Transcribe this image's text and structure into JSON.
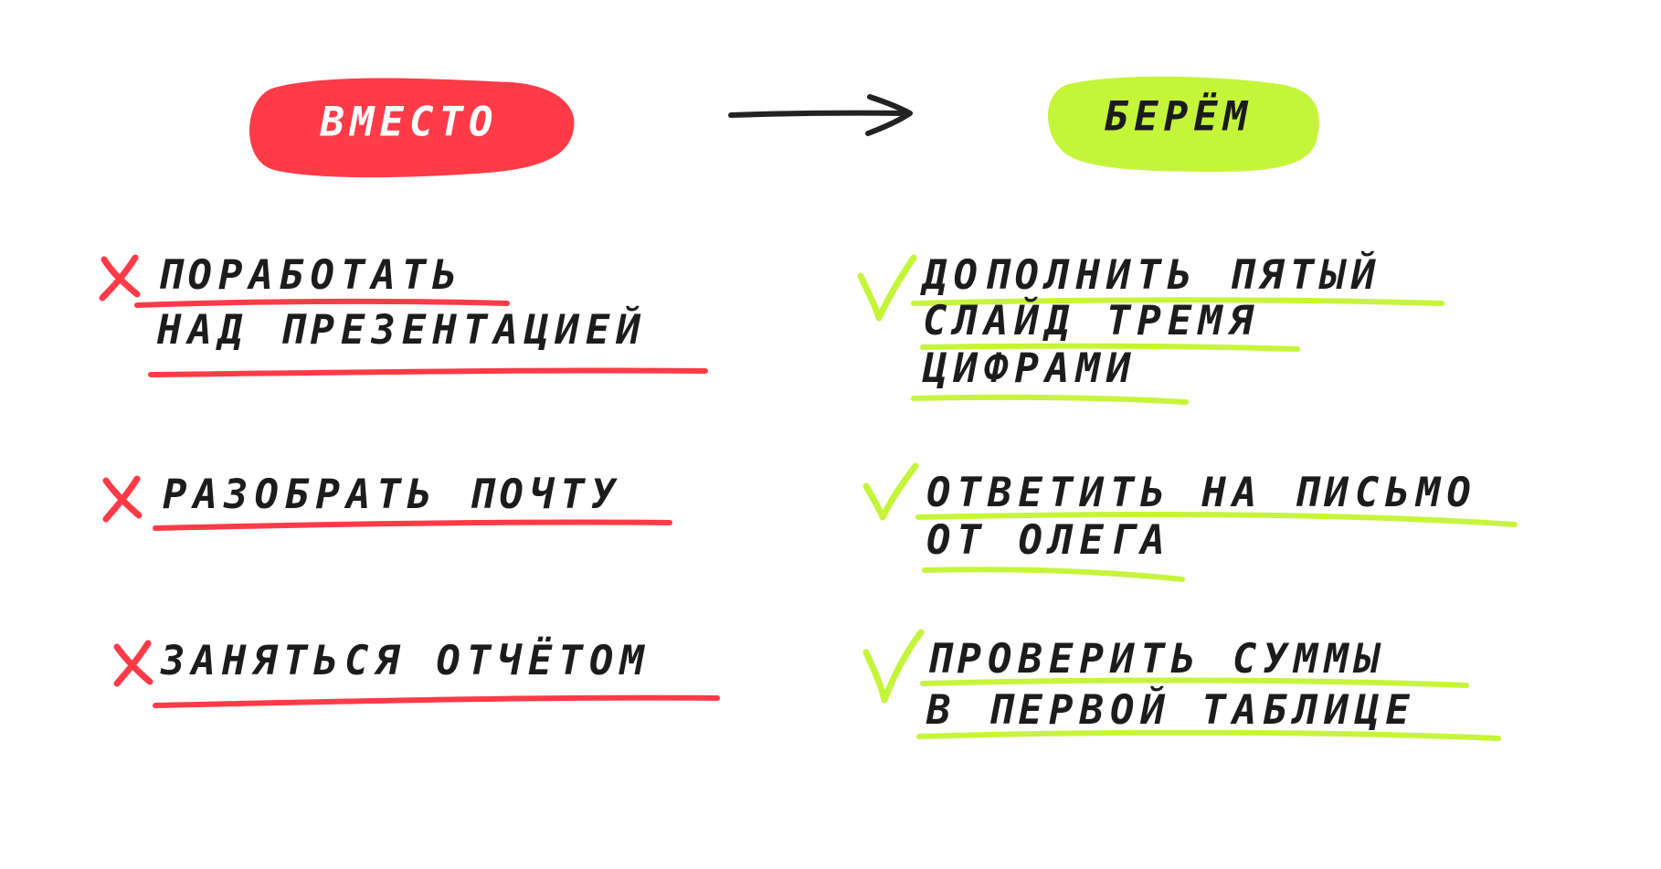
{
  "headers": {
    "left": "ВМЕСТО",
    "right": "БЕРЁМ"
  },
  "colors": {
    "red": "#ff3b48",
    "green": "#c5f53a",
    "ink": "#1c1c1c"
  },
  "icons": {
    "left_mark": "cross-icon",
    "right_mark": "check-icon",
    "arrow": "arrow-right-icon"
  },
  "instead": [
    {
      "lines": [
        "ПОРАБОТАТЬ",
        "НАД ПРЕЗЕНТАЦИЕЙ"
      ]
    },
    {
      "lines": [
        "РАЗОБРАТЬ ПОЧТУ"
      ]
    },
    {
      "lines": [
        "ЗАНЯТЬСЯ ОТЧЁТОМ"
      ]
    }
  ],
  "take": [
    {
      "lines": [
        "ДОПОЛНИТЬ ПЯТЫЙ",
        "СЛАЙД ТРЕМЯ",
        "ЦИФРАМИ"
      ]
    },
    {
      "lines": [
        "ОТВЕТИТЬ НА ПИСЬМО",
        "ОТ ОЛЕГА"
      ]
    },
    {
      "lines": [
        "ПРОВЕРИТЬ СУММЫ",
        "В ПЕРВОЙ ТАБЛИЦЕ"
      ]
    }
  ]
}
